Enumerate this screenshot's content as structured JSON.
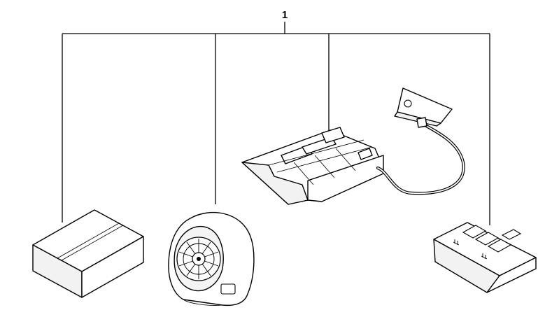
{
  "diagram": {
    "callout_number": "1",
    "parts": [
      {
        "id": "box",
        "icon": "cardboard-box-icon"
      },
      {
        "id": "blower",
        "icon": "fan-blower-icon"
      },
      {
        "id": "bracket-module",
        "icon": "bracket-with-cable-icon"
      },
      {
        "id": "control-unit",
        "icon": "control-unit-icon"
      }
    ]
  }
}
